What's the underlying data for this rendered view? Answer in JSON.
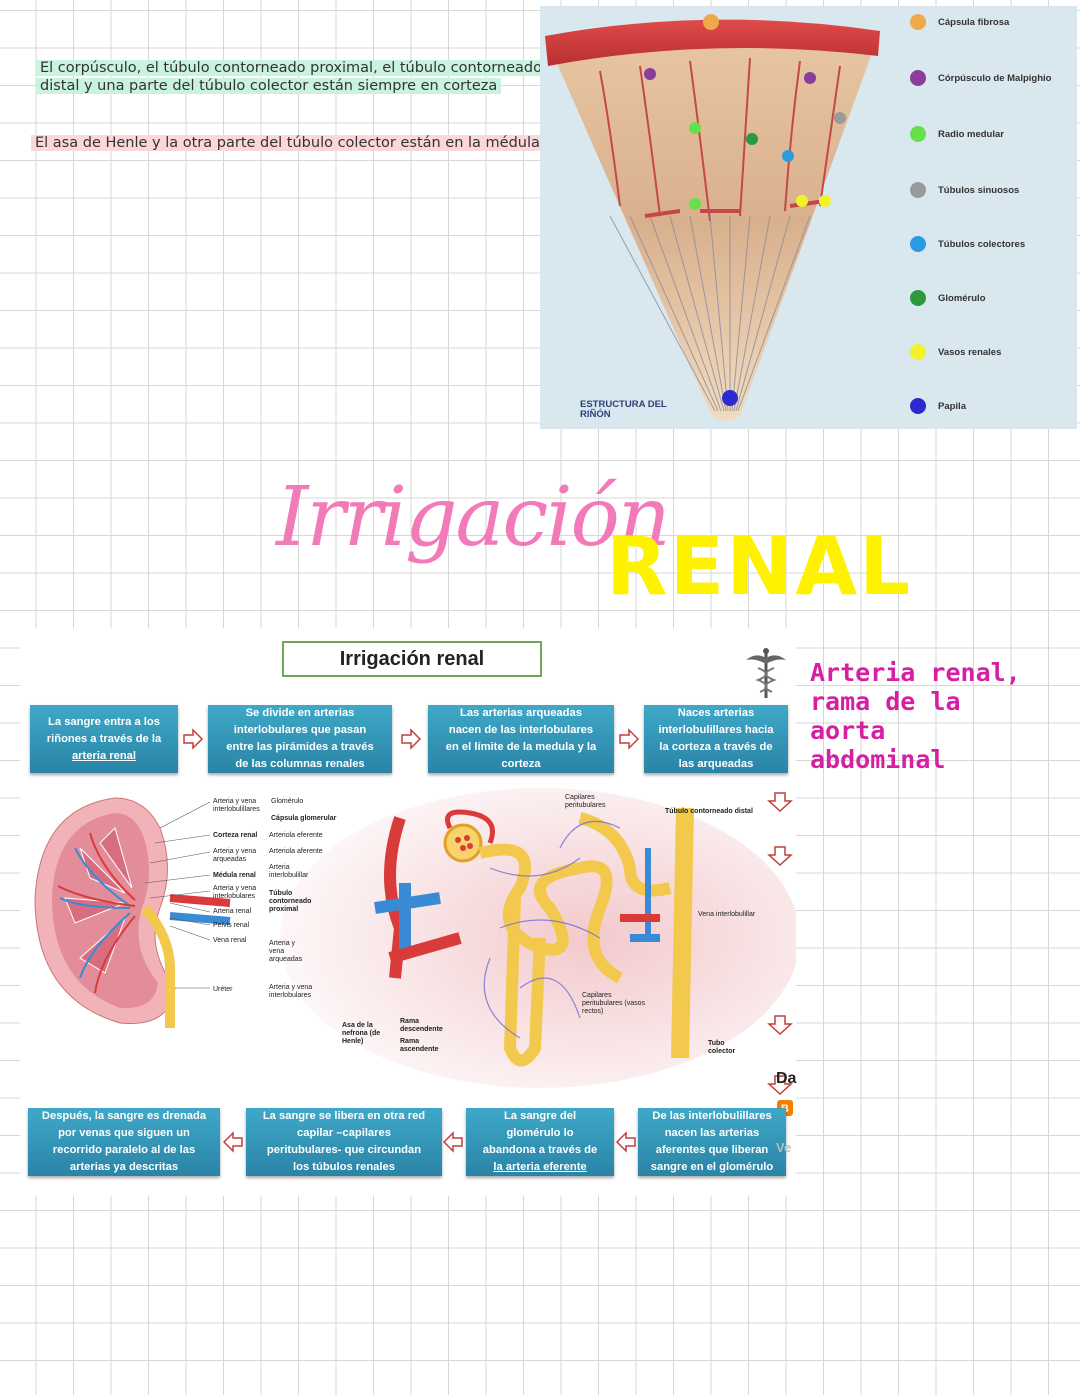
{
  "notes": {
    "cortex": "El corpúsculo, el túbulo contorneado proximal, el túbulo contorneado distal y una parte del túbulo colector están siempre en corteza",
    "cortex_line1": "El corpúsculo, el túbulo contorneado proximal, el túbulo contorneado",
    "cortex_line2": "distal y una parte del túbulo colector están siempre en corteza",
    "medulla": "El asa de Henle y la otra parte del túbulo colector están en la médula"
  },
  "structure_image": {
    "caption_line1": "ESTRUCTURA DEL",
    "caption_line2": "RIÑÓN",
    "legend": [
      {
        "label": "Cápsula fibrosa",
        "color": "#f0a84a"
      },
      {
        "label": "Córpúsculo de Malpighio",
        "color": "#8a3e9a"
      },
      {
        "label": "Radio medular",
        "color": "#66e04a"
      },
      {
        "label": "Túbulos sinuosos",
        "color": "#9a9a9a"
      },
      {
        "label": "Túbulos colectores",
        "color": "#2a9be0"
      },
      {
        "label": "Glomérulo",
        "color": "#2b9a3c"
      },
      {
        "label": "Vasos renales",
        "color": "#f2f22a"
      },
      {
        "label": "Papila",
        "color": "#2a2ad0"
      }
    ]
  },
  "title": {
    "script": "Irrigación",
    "bold": "RENAL"
  },
  "infographic": {
    "title": "Irrigación renal",
    "top_steps": [
      {
        "l1": "La sangre entra a los",
        "l2": "riñones a través de la",
        "l3": "arteria renal",
        "l4": ""
      },
      {
        "l1": "Se divide en arterias",
        "l2": "interlobulares que pasan",
        "l3": "entre las pirámides a través",
        "l4": "de las columnas renales"
      },
      {
        "l1": "Las arterias arqueadas",
        "l2": "nacen de las interlobulares",
        "l3": "en el límite de la medula y la",
        "l4": "corteza"
      },
      {
        "l1": "Naces arterias",
        "l2": "interlobulillares hacia",
        "l3": "la corteza a través de",
        "l4": "las arqueadas"
      }
    ],
    "bottom_steps": [
      {
        "l1": "Después, la sangre es drenada",
        "l2": "por venas que siguen un",
        "l3": "recorrido paralelo al de las",
        "l4": "arterias ya descritas"
      },
      {
        "l1": "La sangre se libera en otra red",
        "l2": "capilar –capilares",
        "l3": "peritubulares- que circundan",
        "l4": "los túbulos renales"
      },
      {
        "l1": "La sangre del",
        "l2": "glomérulo lo",
        "l3": "abandona a través de",
        "l4": "la arteria eferente"
      },
      {
        "l1": "De las interlobulillares",
        "l2": "nacen las arterias",
        "l3": "aferentes que liberan",
        "l4": "sangre en el glomérulo"
      }
    ],
    "kidney_labels": [
      "Arteria y vena interlobulillares",
      "Glomérulo",
      "Cápsula glomerular",
      "Corteza renal",
      "Arteriola eferente",
      "Arteria y vena arqueadas",
      "Arteriola aferente",
      "Arteria interlobulillar",
      "Médula renal",
      "Arteria y vena interlobulares",
      "Túbulo contorneado proximal",
      "Arteria renal",
      "Pelvis renal",
      "Vena renal",
      "Arteria y vena arqueadas",
      "Uréter",
      "Arteria y vena interlobulares"
    ],
    "nephron_labels": {
      "cap_top": "Capilares peritubulares",
      "distal": "Túbulo contorneado distal",
      "vena": "Vena interlobulillar",
      "cap_bottom": "Capilares peritubulares (vasos rectos)",
      "henle": "Asa de la nefrona (de Henle)",
      "desc": "Rama descendente",
      "asc": "Rama ascendente",
      "tubo": "Tubo colector"
    },
    "edge_text": {
      "da": "Da",
      "ve": "Ve"
    }
  },
  "aside": {
    "line1": "Arteria renal,",
    "line2": "rama de la",
    "line3": "aorta",
    "line4": "abdominal"
  }
}
